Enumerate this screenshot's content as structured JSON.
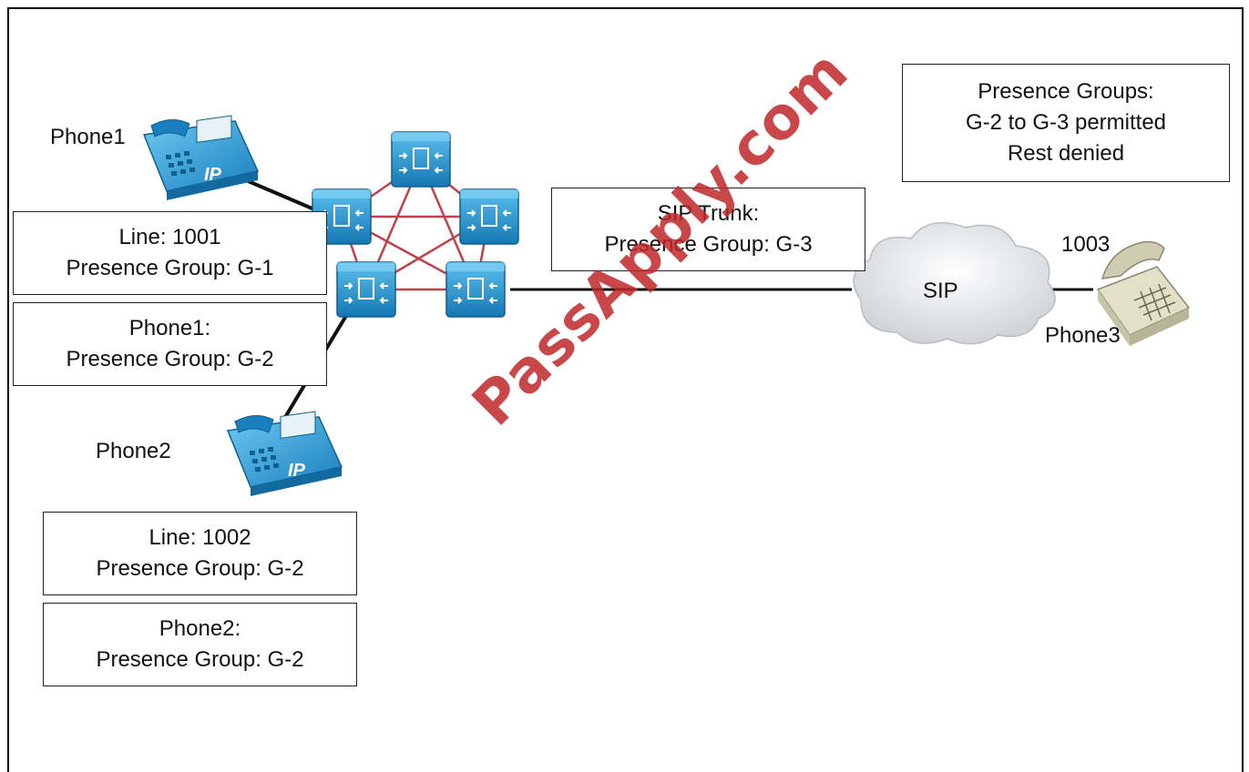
{
  "phones": {
    "phone1_label": "Phone1",
    "phone2_label": "Phone2",
    "phone3_label": "Phone3",
    "phone3_number": "1003"
  },
  "boxes": {
    "phone1_line": {
      "line1": "Line: 1001",
      "line2": "Presence Group: G-1"
    },
    "phone1_device": {
      "line1": "Phone1:",
      "line2": "Presence Group: G-2"
    },
    "phone2_line": {
      "line1": "Line: 1002",
      "line2": "Presence Group: G-2"
    },
    "phone2_device": {
      "line1": "Phone2:",
      "line2": "Presence Group: G-2"
    },
    "sip_trunk": {
      "line1": "SIP Trunk:",
      "line2": "Presence Group: G-3"
    },
    "presence_groups": {
      "line1": "Presence Groups:",
      "line2": "G-2 to G-3 permitted",
      "line3": "Rest denied"
    }
  },
  "cloud_label": "SIP",
  "ip_badge": "IP",
  "watermark": "PassApply.com",
  "colors": {
    "ip_phone_blue": "#2a9fd8",
    "server_blue": "#1e90cc",
    "mesh_red": "#c0404a",
    "watermark_red": "#c0282a",
    "analog_phone": "#d8d4b8"
  },
  "icons": {
    "ip_phone": "ip-phone-icon",
    "call_server": "call-server-icon",
    "cloud": "cloud-icon",
    "analog_phone": "analog-phone-icon"
  }
}
